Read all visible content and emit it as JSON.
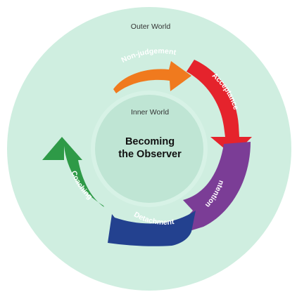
{
  "outer_label": "Outer World",
  "inner_label": "Inner World",
  "center_title": [
    "Becoming",
    "the Observer"
  ],
  "colors": {
    "outer_circle": "#cfeee0",
    "inner_circle": "#bfe5d4",
    "inner_rim": "#d7f2e6"
  },
  "stages": [
    {
      "name": "non-judgement",
      "label": "Non-judgement",
      "color": "#f07a1e"
    },
    {
      "name": "acceptance",
      "label": "Acceptance",
      "color": "#e5232c"
    },
    {
      "name": "intention",
      "label": "Intention",
      "color": "#7b3d96"
    },
    {
      "name": "detachment",
      "label": "Detachment",
      "color": "#23418f"
    },
    {
      "name": "coaching",
      "label": "Coaching",
      "color": "#2e9a47"
    }
  ]
}
